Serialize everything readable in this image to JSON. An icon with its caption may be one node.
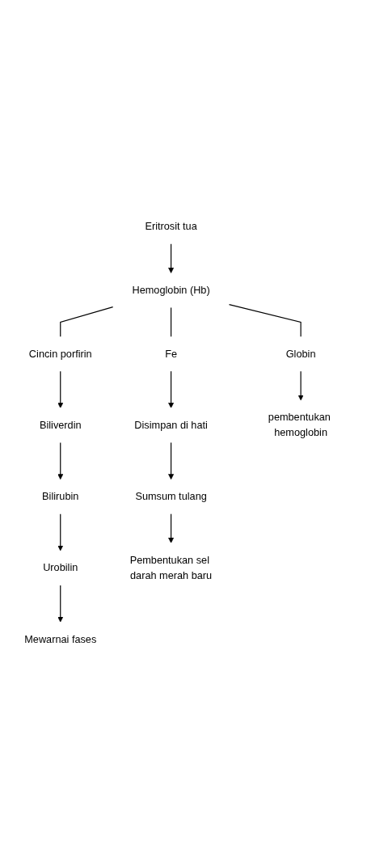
{
  "diagram": {
    "nodes": [
      {
        "text": [
          "Eritrosit tua"
        ]
      },
      {
        "text": [
          "Hemoglobin (Hb)"
        ]
      },
      {
        "text": [
          "Cincin porfirin"
        ]
      },
      {
        "text": [
          "Fe"
        ]
      },
      {
        "text": [
          "Globin"
        ]
      },
      {
        "text": [
          "Biliverdin"
        ]
      },
      {
        "text": [
          "Disimpan di hati"
        ]
      },
      {
        "text": [
          "pembentukan hemoglobin"
        ]
      },
      {
        "text": [
          "Bilirubin"
        ]
      },
      {
        "text": [
          "Sumsum tulang"
        ]
      },
      {
        "text": [
          "Urobilin"
        ]
      },
      {
        "text": [
          "Pembentukan sel darah merah baru"
        ]
      },
      {
        "text": [
          "Mewarnai fases"
        ]
      }
    ],
    "edges": [
      {
        "from": 0,
        "to": 1,
        "arrow": "to"
      },
      {
        "from": 1,
        "to": 2,
        "arrow": "none"
      },
      {
        "from": 1,
        "to": 3,
        "arrow": "none"
      },
      {
        "from": 1,
        "to": 4,
        "arrow": "none"
      },
      {
        "from": 2,
        "to": 5,
        "arrow": "to"
      },
      {
        "from": 3,
        "to": 6,
        "arrow": "to"
      },
      {
        "from": 4,
        "to": 7,
        "arrow": "to"
      },
      {
        "from": 5,
        "to": 8,
        "arrow": "to"
      },
      {
        "from": 6,
        "to": 9,
        "arrow": "to"
      },
      {
        "from": 8,
        "to": 10,
        "arrow": "to"
      },
      {
        "from": 9,
        "to": 11,
        "arrow": "to"
      },
      {
        "from": 10,
        "to": 12,
        "arrow": "to"
      }
    ]
  }
}
